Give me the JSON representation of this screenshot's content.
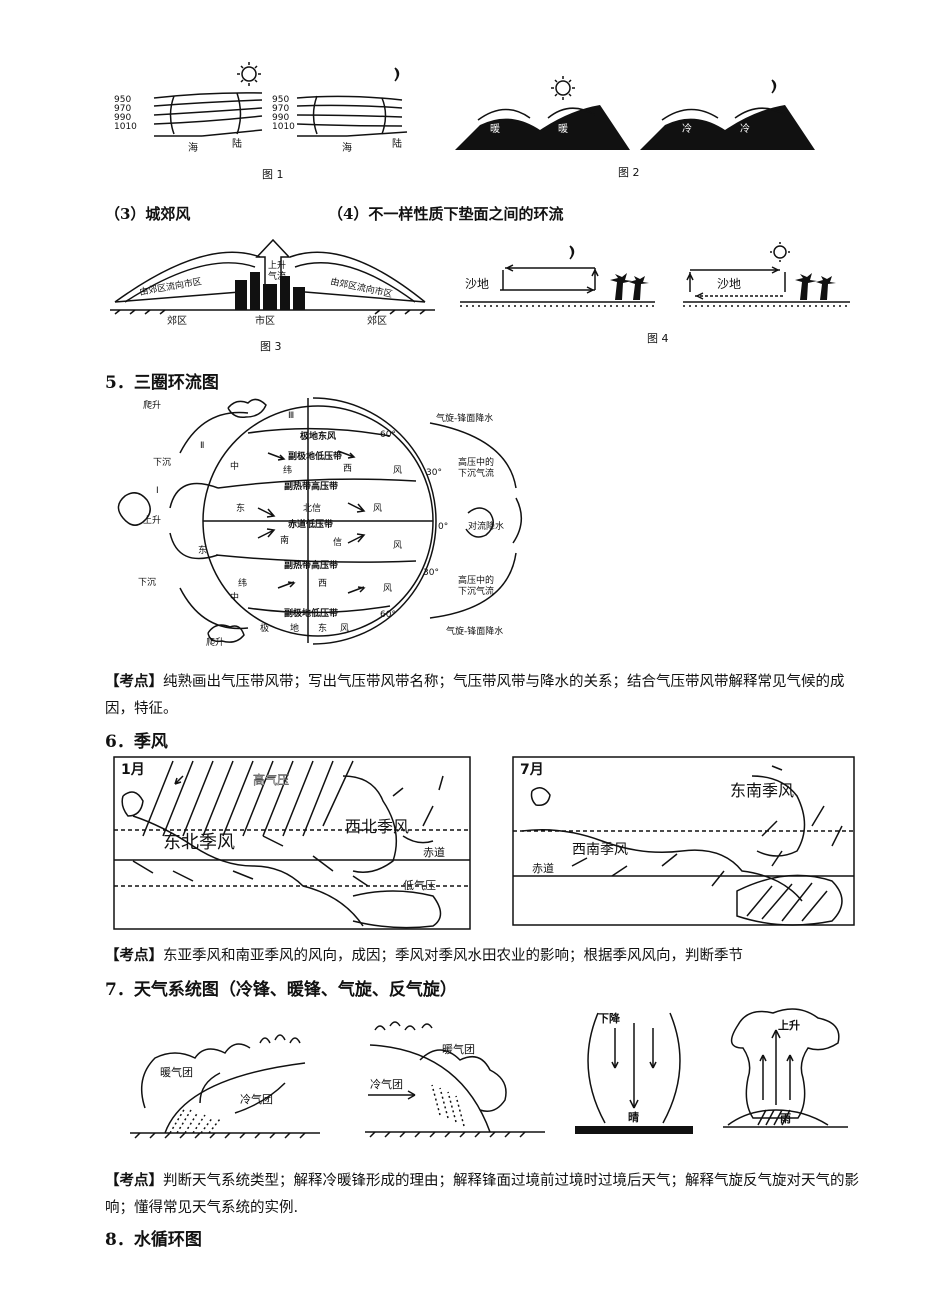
{
  "figures": {
    "fig1": {
      "caption": "图 1",
      "isobars": [
        "950",
        "970",
        "990",
        "1010"
      ],
      "left_labels": [
        "海",
        "陆"
      ],
      "right_labels": [
        "海",
        "陆"
      ]
    },
    "fig2": {
      "caption": "图 2",
      "warm": "暖",
      "cold": "冷"
    },
    "fig3": {
      "caption": "图 3",
      "rise": "上升",
      "airflow": "气流",
      "flow_left": "由郊区流向市区",
      "flow_right": "由郊区流向市区",
      "suburb_left": "郊区",
      "city": "市区",
      "suburb_right": "郊区"
    },
    "fig4": {
      "caption": "图 4",
      "sand": "沙地"
    }
  },
  "subheadings": {
    "urban": "（3）城郊风",
    "surface": "（4）不一样性质下垫面之间的环流"
  },
  "sections": {
    "s5": "5．三圈环流图",
    "s6": "6．季风",
    "s7": "7．天气系统图（冷锋、暖锋、气旋、反气旋）",
    "s8": "8．水循环图"
  },
  "circulation": {
    "rise": "爬升",
    "cell3": "Ⅲ",
    "cell2": "Ⅱ",
    "cell1": "Ⅰ",
    "sink_top": "下沉",
    "sink_bottom": "下沉",
    "up": "上升",
    "rise_bottom": "爬升",
    "polar_east_top": "极地东风",
    "subpolar_low_top": "副极地低压带",
    "subtropical_high_top": "副热带高压带",
    "equatorial_low": "赤道低压带",
    "subtropical_high_bottom": "副热带高压带",
    "subpolar_low_bottom": "副极地低压带",
    "mid_top": "中",
    "lat_top": "纬",
    "west_top": "西",
    "wind_top": "风",
    "east_n": "东",
    "north_trade": "北信",
    "wind_n": "风",
    "east_s": "东",
    "south_trade": "南",
    "trade_s": "信",
    "wind_s": "风",
    "lat_bottom": "纬",
    "west_bottom": "西",
    "wind_bottom": "风",
    "mid_bottom": "中",
    "polar_bottom": "极",
    "earth_bottom": "地",
    "east_bottom": "东",
    "wind_polar_bottom": "风",
    "deg60_top": "60°",
    "deg30_top": "30°",
    "deg0": "0°",
    "deg30_bottom": "30°",
    "deg60_bottom": "60°",
    "front_rain_top": "气旋-锋面降水",
    "high_sink_top_1": "高压中的",
    "high_sink_top_2": "下沉气流",
    "convective_rain": "对流降水",
    "high_sink_bottom_1": "高压中的",
    "high_sink_bottom_2": "下沉气流",
    "front_rain_bottom": "气旋-锋面降水"
  },
  "monsoon": {
    "jan": {
      "month": "1月",
      "high": "高气压",
      "nw_monsoon": "西北季风",
      "ne_monsoon": "东北季风",
      "equator": "赤道",
      "low": "低气压"
    },
    "jul": {
      "month": "7月",
      "se_monsoon": "东南季风",
      "sw_monsoon": "西南季风",
      "equator": "赤道"
    }
  },
  "weather": {
    "warm_mass_1": "暖气团",
    "cold_mass_1": "冷气团",
    "warm_mass_2": "暖气团",
    "cold_mass_2": "冷气团",
    "descend": "下降",
    "sunny": "晴",
    "ascend": "上升",
    "rain": "雨"
  },
  "keypoints": {
    "tag": "【考点】",
    "p1": "纯熟画出气压带风带；写出气压带风带名称；气压带风带与降水的关系；结合气压带风带解释常见气候的成因，特征。",
    "p2": "东亚季风和南亚季风的风向，成因；季风对季风水田农业的影响；根据季风风向，判断季节",
    "p3": "判断天气系统类型；解释冷暖锋形成的理由；解释锋面过境前过境时过境后天气；解释气旋反气旋对天气的影响；懂得常见天气系统的实例."
  }
}
